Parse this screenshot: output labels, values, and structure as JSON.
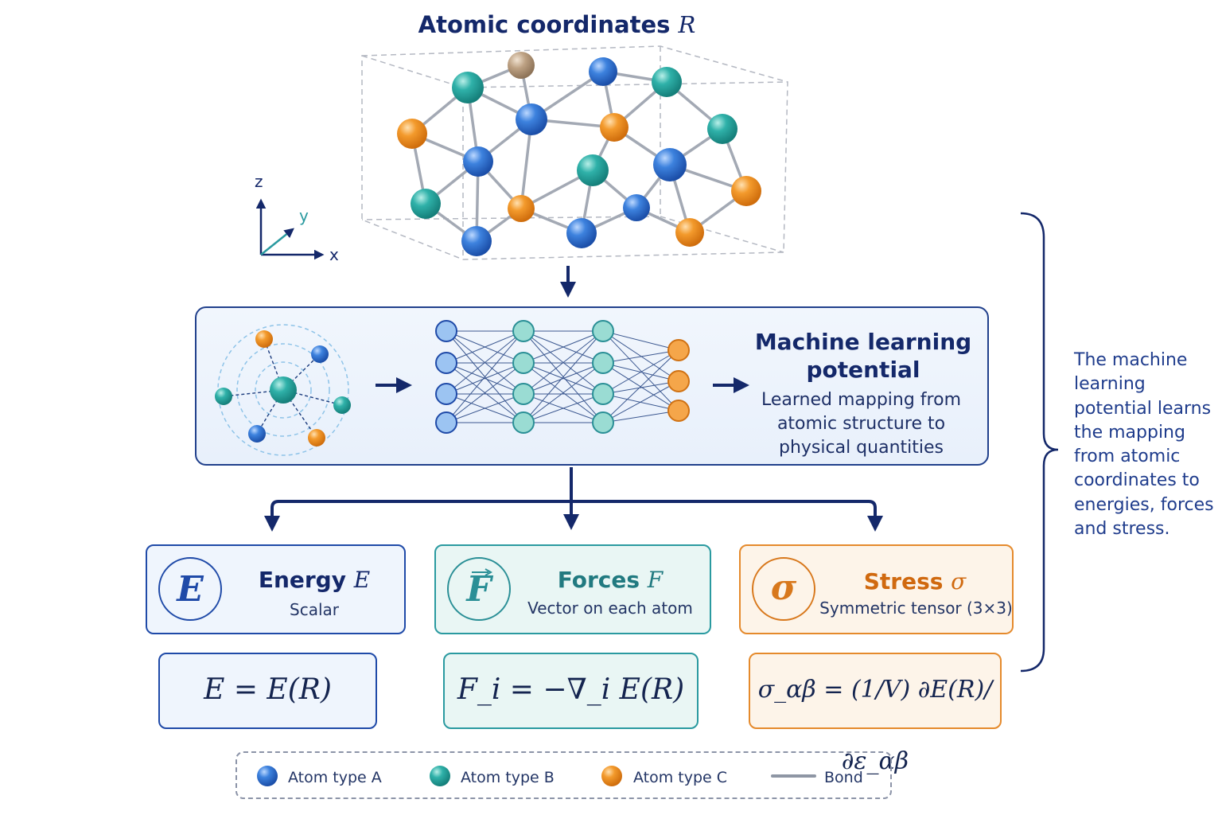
{
  "title": {
    "text": "Atomic coordinates",
    "symbol": "R"
  },
  "axes": {
    "z": "z",
    "y": "y",
    "x": "x"
  },
  "ml_box": {
    "title": "Machine learning potential",
    "description": "Learned mapping from atomic structure to physical quantities"
  },
  "outputs": [
    {
      "symbol": "E",
      "title": "Energy",
      "title_symbol": "E",
      "subtitle": "Scalar",
      "equation": "E = E(R)"
    },
    {
      "symbol": "F",
      "title": "Forces",
      "title_symbol": "F",
      "subtitle": "Vector on each atom",
      "equation": "F_i = −∇_i E(R)"
    },
    {
      "symbol": "σ",
      "title": "Stress",
      "title_symbol": "σ",
      "subtitle": "Symmetric tensor (3×3)",
      "equation": "σ_αβ = (1/V) ∂E(R)/∂ε_αβ"
    }
  ],
  "note": "The machine learning potential learns the mapping from atomic coordinates to energies, forces and stress.",
  "legend": [
    {
      "label": "Atom type A",
      "color": "#2f6fd0"
    },
    {
      "label": "Atom type B",
      "color": "#2aa39c"
    },
    {
      "label": "Atom type C",
      "color": "#ef8e1e"
    },
    {
      "label": "Bond",
      "color": "#8e96a4"
    }
  ],
  "colors": {
    "navy": "#14286a",
    "atom_a": "#2f6fd0",
    "atom_b": "#2aa39c",
    "atom_c": "#ef8e1e",
    "atom_d": "#b59a7c"
  }
}
